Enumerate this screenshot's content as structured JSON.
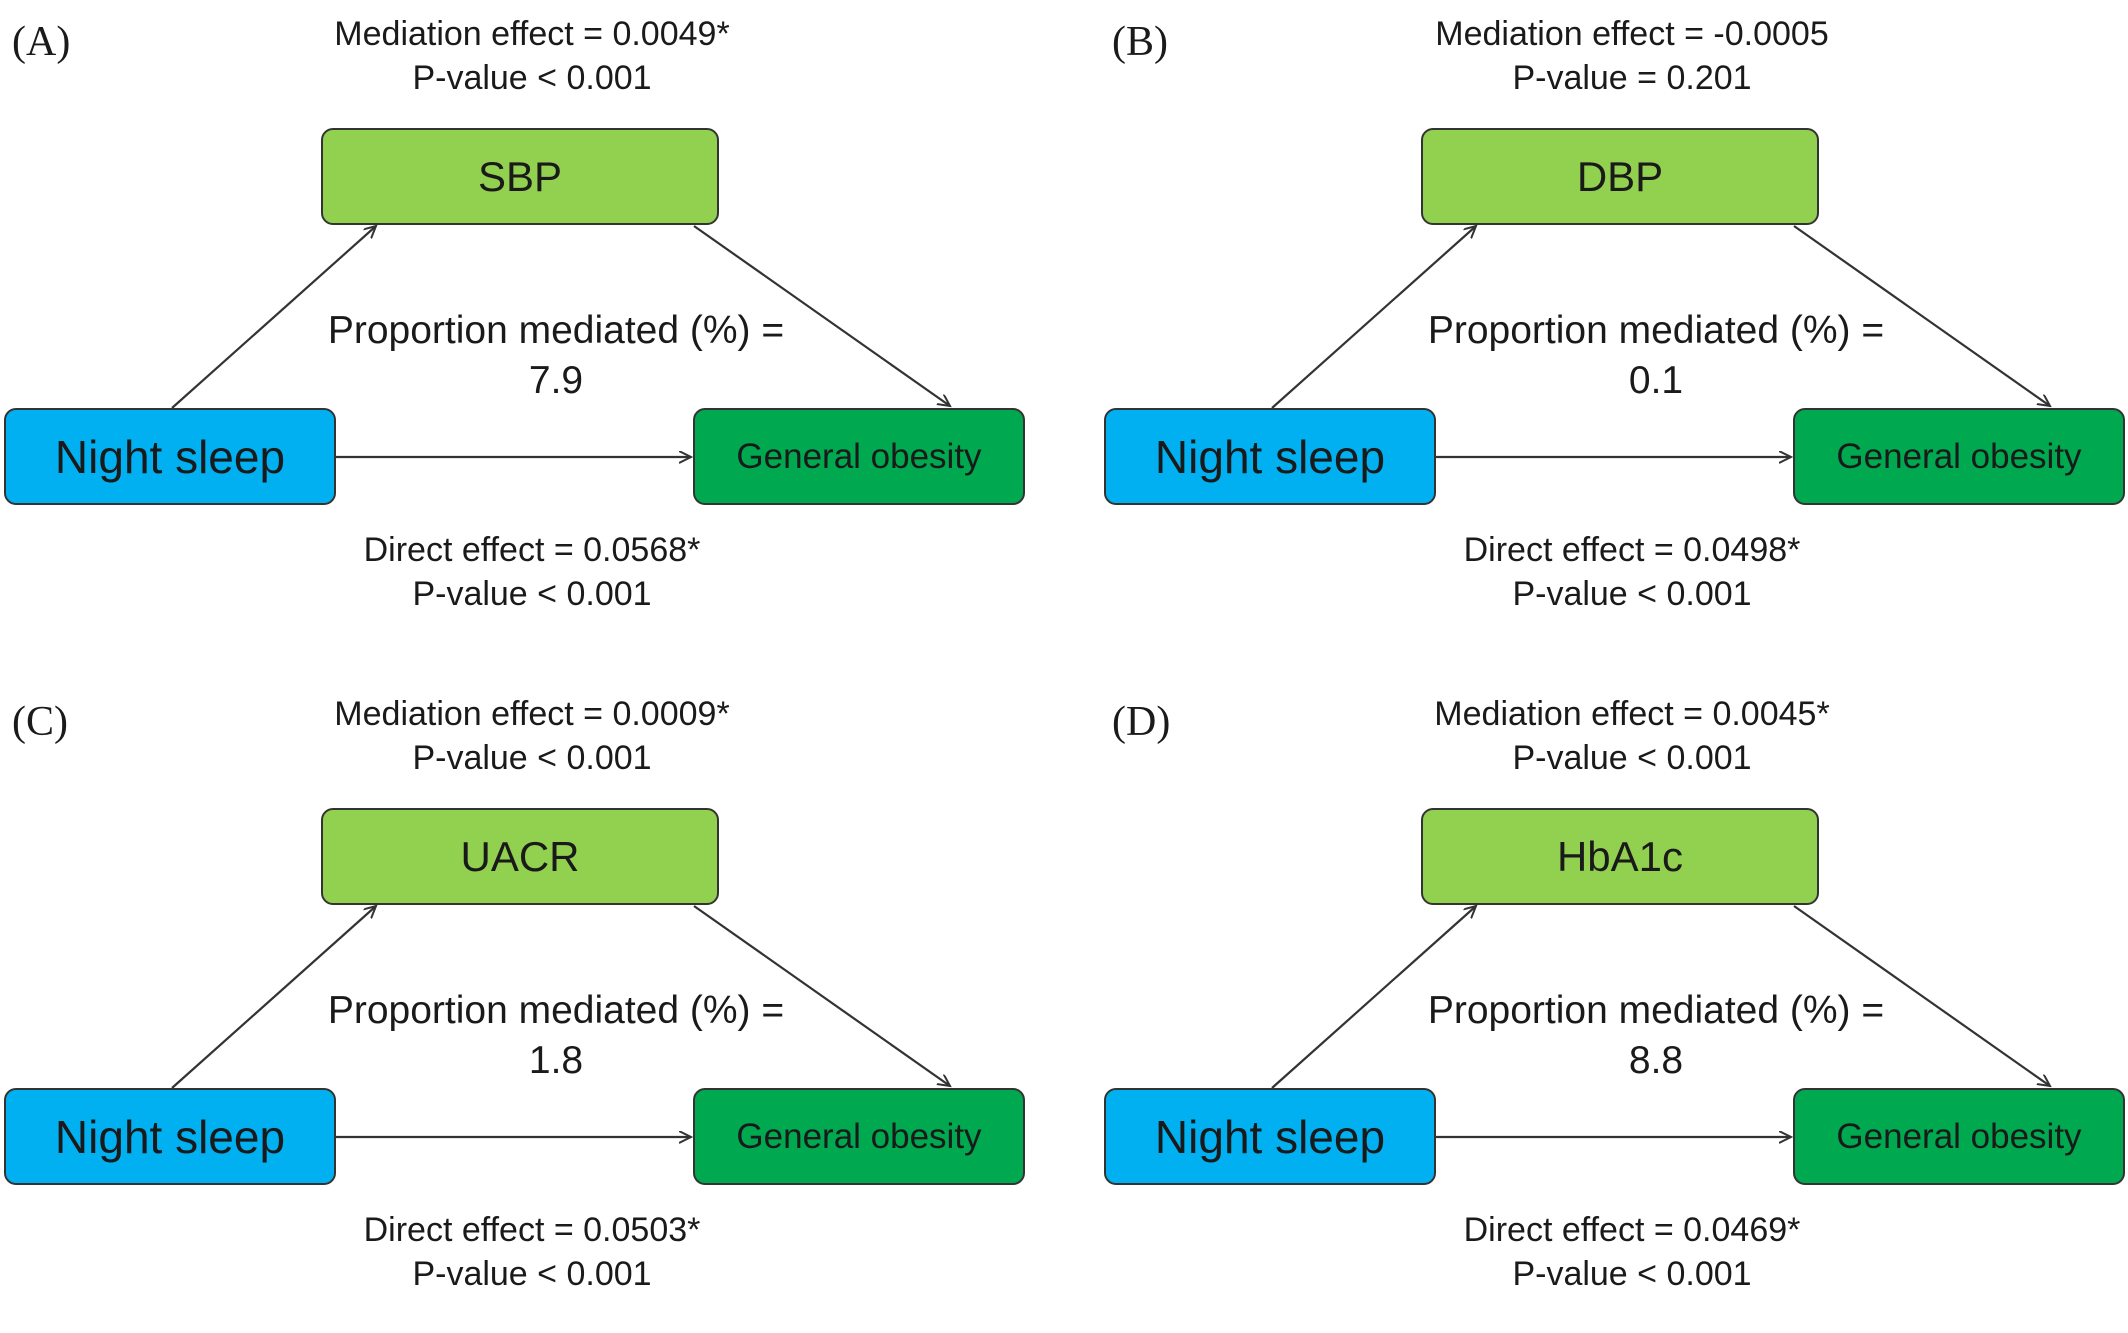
{
  "panels": [
    {
      "label": "(A)",
      "mediation_effect": "Mediation effect = 0.0049*",
      "mediation_p": "P-value < 0.001",
      "mediator": "SBP",
      "proportion_label": "Proportion mediated (%) =",
      "proportion_value": "7.9",
      "exposure": "Night sleep",
      "outcome": "General obesity",
      "direct_effect": "Direct effect = 0.0568*",
      "direct_p": "P-value < 0.001"
    },
    {
      "label": "(B)",
      "mediation_effect": "Mediation effect = -0.0005",
      "mediation_p": "P-value = 0.201",
      "mediator": "DBP",
      "proportion_label": "Proportion mediated (%) =",
      "proportion_value": "0.1",
      "exposure": "Night sleep",
      "outcome": "General obesity",
      "direct_effect": "Direct effect = 0.0498*",
      "direct_p": "P-value < 0.001"
    },
    {
      "label": "(C)",
      "mediation_effect": "Mediation effect = 0.0009*",
      "mediation_p": "P-value < 0.001",
      "mediator": "UACR",
      "proportion_label": "Proportion mediated (%) =",
      "proportion_value": "1.8",
      "exposure": "Night sleep",
      "outcome": "General obesity",
      "direct_effect": "Direct effect = 0.0503*",
      "direct_p": "P-value < 0.001"
    },
    {
      "label": "(D)",
      "mediation_effect": "Mediation effect = 0.0045*",
      "mediation_p": "P-value < 0.001",
      "mediator": "HbA1c",
      "proportion_label": "Proportion mediated (%) =",
      "proportion_value": "8.8",
      "exposure": "Night sleep",
      "outcome": "General obesity",
      "direct_effect": "Direct effect = 0.0469*",
      "direct_p": "P-value < 0.001"
    }
  ],
  "colors": {
    "mediator": "#92d050",
    "exposure": "#00b0f0",
    "outcome": "#00a84f",
    "arrow": "#333333"
  }
}
